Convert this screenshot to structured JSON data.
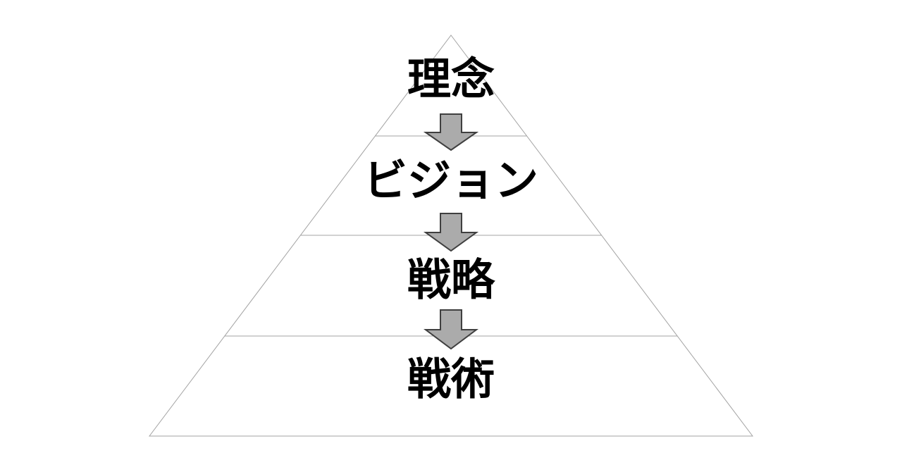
{
  "diagram": {
    "type": "pyramid",
    "levels": [
      {
        "label": "理念"
      },
      {
        "label": "ビジョン"
      },
      {
        "label": "戦略"
      },
      {
        "label": "戦術"
      }
    ],
    "connector": "down-arrow",
    "colors": {
      "background": "#ffffff",
      "outline": "#a3a3a3",
      "arrow_fill": "#ababab",
      "arrow_border": "#3f3f3f",
      "text": "#000000"
    }
  }
}
